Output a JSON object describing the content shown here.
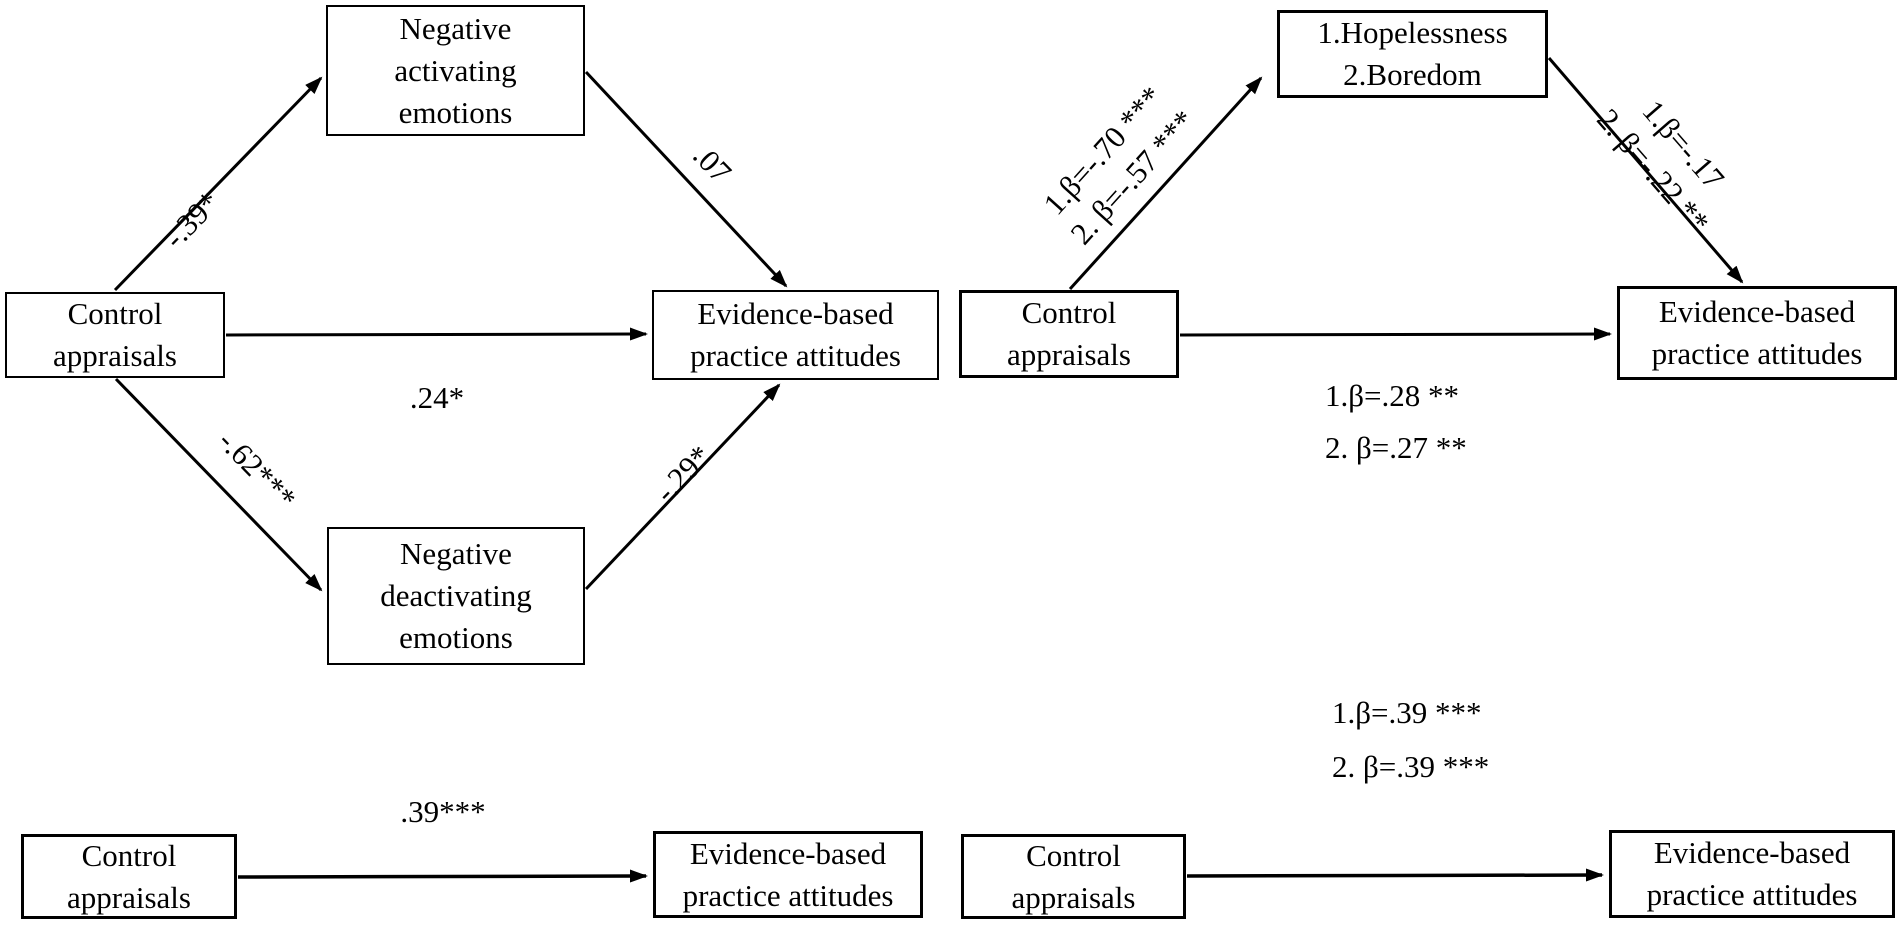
{
  "figure": {
    "colors": {
      "ink": "#000000",
      "background": "#ffffff"
    }
  },
  "panel_a": {
    "boxes": {
      "control": "Control\nappraisals",
      "mediator_top": "Negative\nactivating\nemotions",
      "mediator_bottom": "Negative\ndeactivating\nemotions",
      "outcome": "Evidence-based\npractice attitudes"
    },
    "paths": {
      "control_to_activating": "-.39*",
      "activating_to_outcome": ".07",
      "control_to_outcome": ".24*",
      "control_to_deactivating": "-.62***",
      "deactivating_to_outcome": "-.29*"
    }
  },
  "panel_b": {
    "boxes": {
      "control": "Control\nappraisals",
      "mediators": "1.Hopelessness\n2.Boredom",
      "outcome": "Evidence-based\npractice attitudes"
    },
    "paths": {
      "control_to_mediators": "1.β=-.70 ***\n2. β=-.57 ***",
      "mediators_to_outcome": "1.β=-.17\n2. β=-.22 **",
      "control_to_outcome": "1.β=.28 **\n2. β=.27 **"
    }
  },
  "panel_c": {
    "boxes": {
      "control": "Control\nappraisals",
      "outcome": "Evidence-based\npractice attitudes"
    },
    "paths": {
      "control_to_outcome": ".39***"
    }
  },
  "panel_d": {
    "boxes": {
      "control": "Control\nappraisals",
      "outcome": "Evidence-based\npractice attitudes"
    },
    "paths": {
      "control_to_outcome": "1.β=.39 ***\n2. β=.39 ***"
    }
  }
}
